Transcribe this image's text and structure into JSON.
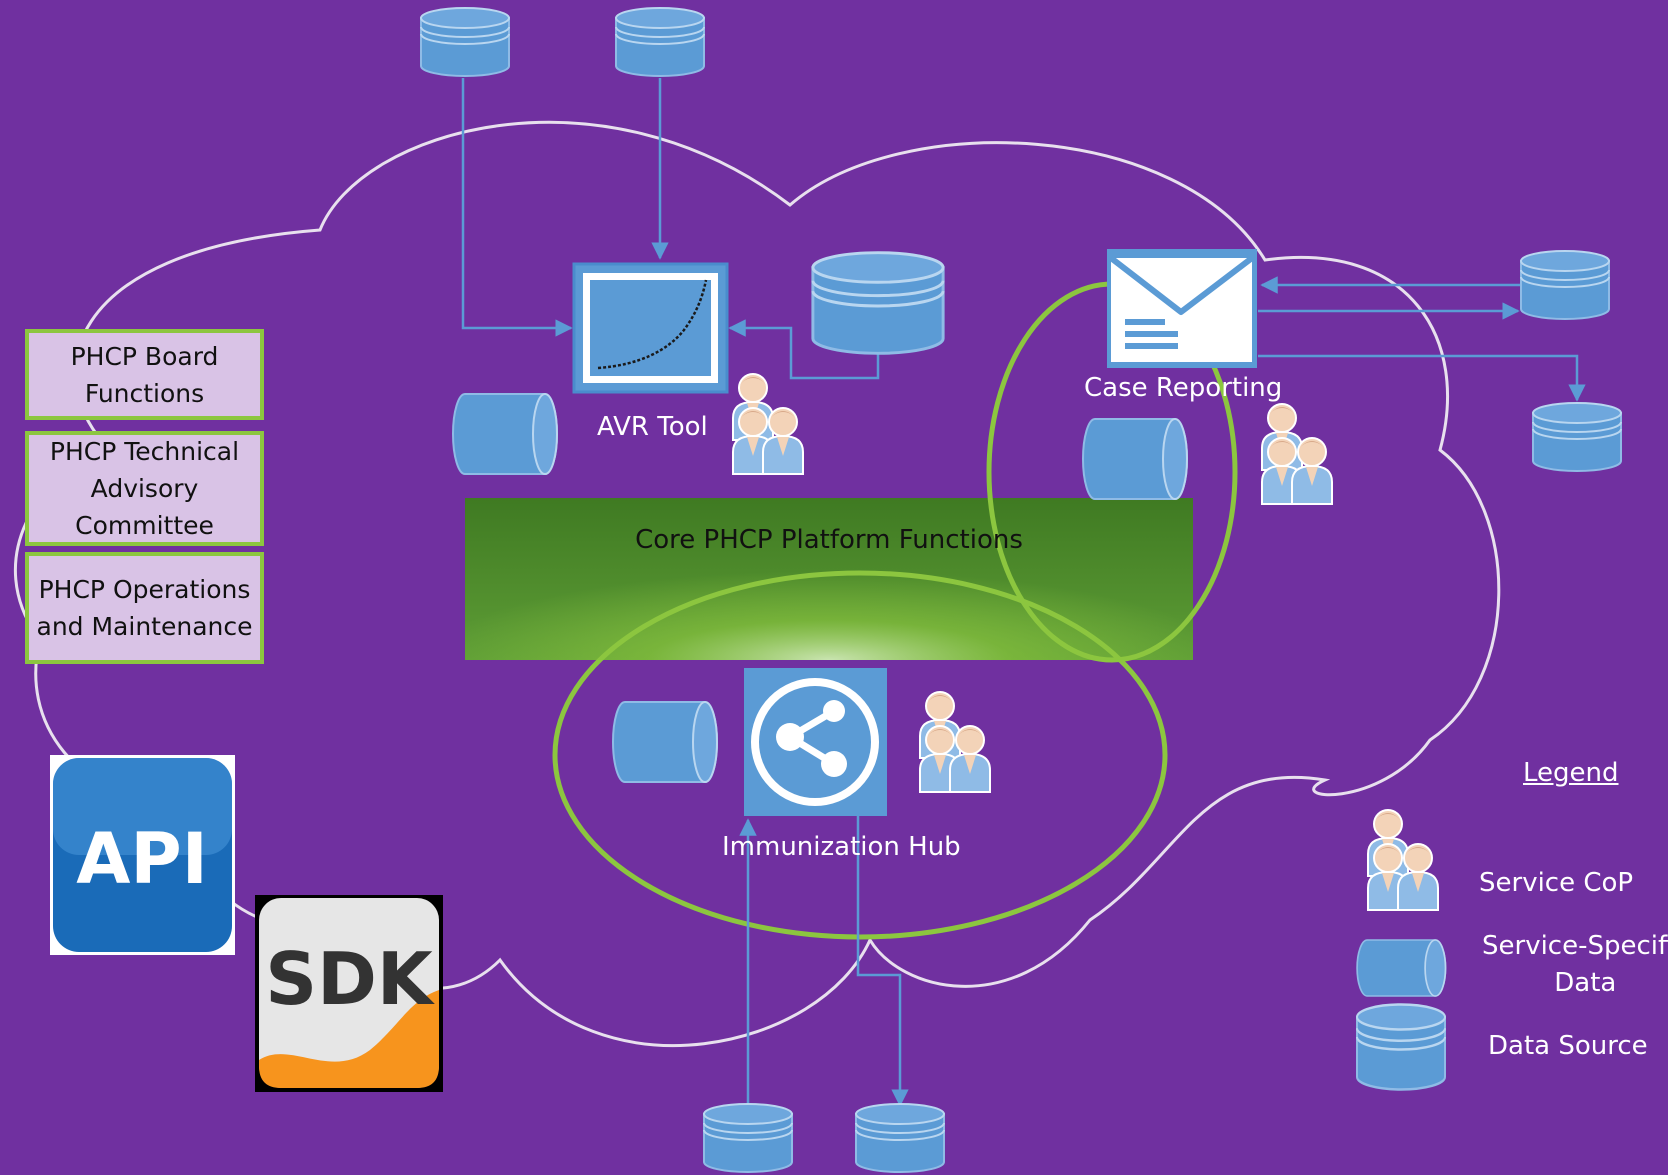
{
  "governance": [
    {
      "id": "board",
      "lines": [
        "PHCP Board",
        "Functions"
      ]
    },
    {
      "id": "tac",
      "lines": [
        "PHCP Technical",
        "Advisory",
        "Committee"
      ]
    },
    {
      "id": "ops",
      "lines": [
        "PHCP Operations",
        "and Maintenance"
      ]
    }
  ],
  "core": {
    "label": "Core PHCP Platform Functions"
  },
  "services": {
    "avr": {
      "label": "AVR Tool",
      "icon": "chart-icon"
    },
    "case": {
      "label": "Case Reporting",
      "icon": "envelope-icon"
    },
    "hub": {
      "label": "Immunization Hub",
      "icon": "share-icon"
    }
  },
  "badges": {
    "api": "API",
    "sdk": "SDK"
  },
  "legend": {
    "title": "Legend",
    "items": [
      {
        "icon": "people-icon",
        "label": "Service CoP"
      },
      {
        "icon": "cylinder-horizontal-icon",
        "lines": [
          "Service-Specific",
          "Data"
        ]
      },
      {
        "icon": "database-icon",
        "label": "Data Source"
      }
    ]
  },
  "colors": {
    "background": "#7030a0",
    "cloud_outline": "#e8e0ee",
    "accent_blue": "#5b9bd5",
    "accent_green": "#8cc63f",
    "core_green": "#4e8a2c",
    "gov_box_fill": "#d9c3e6",
    "sdk_orange": "#f7941d"
  }
}
